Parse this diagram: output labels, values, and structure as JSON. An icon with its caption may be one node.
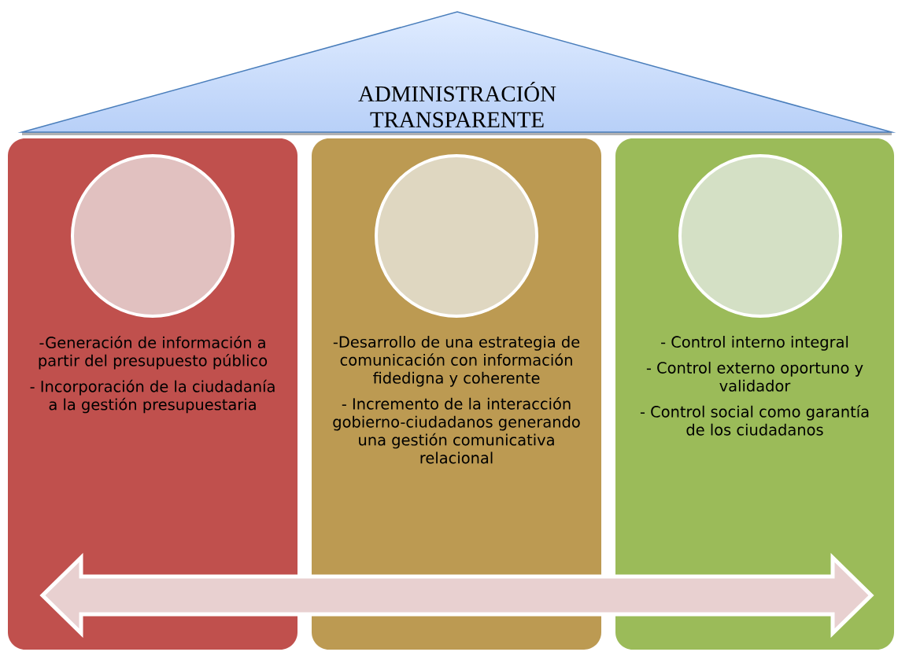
{
  "diagram": {
    "nodes": [
      {
        "text": [
          "ADMINISTRACIÓN TRANSPARENTE"
        ]
      },
      {
        "text": [
          "-Generación de información a partir del presupuesto público",
          "- Incorporación de la ciudadanía a la gestión presupuestaria"
        ]
      },
      {
        "text": [],
        "shape": "circle",
        "in": 1
      },
      {
        "text": [
          "-Desarrollo de una estrategia de comunicación con información fidedigna y coherente",
          "- Incremento de la interacción gobierno-ciudadanos generando una gestión comunicativa relacional"
        ]
      },
      {
        "text": [],
        "shape": "circle",
        "in": 3
      },
      {
        "text": [
          "- Control interno integral",
          "- Control externo oportuno y validador",
          "- Control social como garantía de los ciudadanos"
        ]
      },
      {
        "text": [],
        "shape": "circle",
        "in": 5
      }
    ]
  }
}
